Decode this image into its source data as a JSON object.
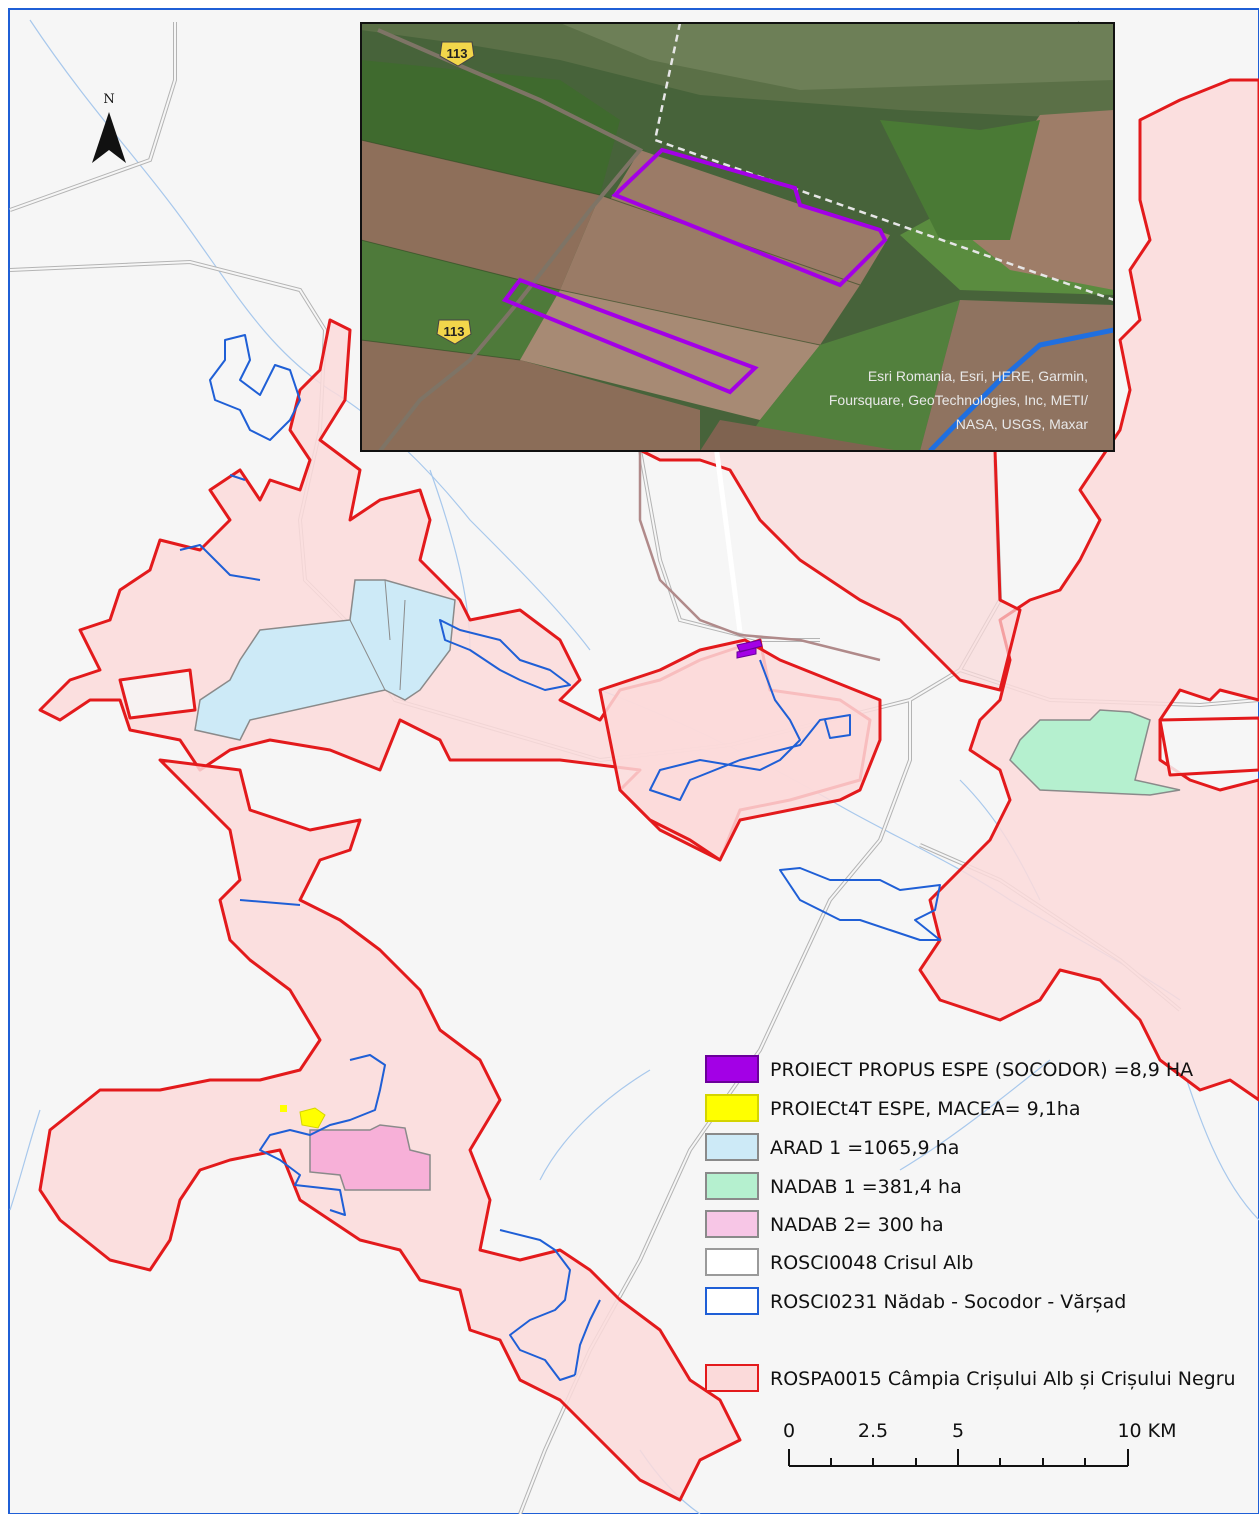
{
  "north_arrow": {
    "label": "N"
  },
  "inset": {
    "road_labels": [
      "113",
      "113"
    ],
    "attribution_lines": [
      "Esri Romania, Esri, HERE, Garmin,",
      "Foursquare, GeoTechnologies, Inc, METI/",
      "NASA, USGS, Maxar"
    ]
  },
  "legend": [
    {
      "label": "PROIECT PROPUS ESPE (SOCODOR) =8,9 HA",
      "fill": "#a300e6",
      "stroke": "#6a0099"
    },
    {
      "label": "PROIECt4T ESPE, MACEA= 9,1ha",
      "fill": "#ffff00",
      "stroke": "#d4d400"
    },
    {
      "label": "ARAD 1 =1065,9 ha",
      "fill": "#cdeaf7",
      "stroke": "#8a8a8a"
    },
    {
      "label": "NADAB 1 =381,4 ha",
      "fill": "#b5f0cf",
      "stroke": "#8a8a8a"
    },
    {
      "label": "NADAB 2= 300 ha",
      "fill": "#f7c6e6",
      "stroke": "#8a8a8a"
    },
    {
      "label": "ROSCI0048 Crisul Alb",
      "fill": "#ffffff",
      "stroke": "#9a9a9a"
    },
    {
      "label": "ROSCI0231 Nădab - Socodor - Vărșad",
      "fill": "#ffffff",
      "stroke": "#1f5fd6"
    },
    {
      "label": "ROSPA0015 Câmpia Crișului Alb și Crișului Negru",
      "fill": "#fbdada",
      "stroke": "#e31a1c"
    }
  ],
  "scale_bar": {
    "ticks": [
      "0",
      "2.5",
      "5",
      "10 KM"
    ]
  },
  "colors": {
    "rospa_fill": "#fbdada",
    "rospa_stroke": "#e31a1c",
    "rosci_blue": "#1f5fd6",
    "road": "#b4b4b4",
    "water": "#a8c8ec"
  }
}
